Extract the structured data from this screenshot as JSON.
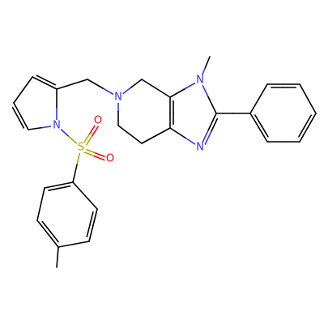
{
  "colors": {
    "bond": "#000000",
    "N": "#3333ff",
    "S": "#b3a600",
    "O": "#ff0000",
    "background": "#ffffff"
  },
  "atoms": {
    "n_imidazole_methyl": {
      "label": "N",
      "element": "N"
    },
    "n_imidazole": {
      "label": "N",
      "element": "N"
    },
    "n_piperidine": {
      "label": "N",
      "element": "N"
    },
    "n_pyrrole": {
      "label": "N",
      "element": "N"
    },
    "s_sulfonyl": {
      "label": "S",
      "element": "S"
    },
    "o_sulfonyl_upper": {
      "label": "O",
      "element": "O"
    },
    "o_sulfonyl_lower": {
      "label": "O",
      "element": "O"
    }
  }
}
